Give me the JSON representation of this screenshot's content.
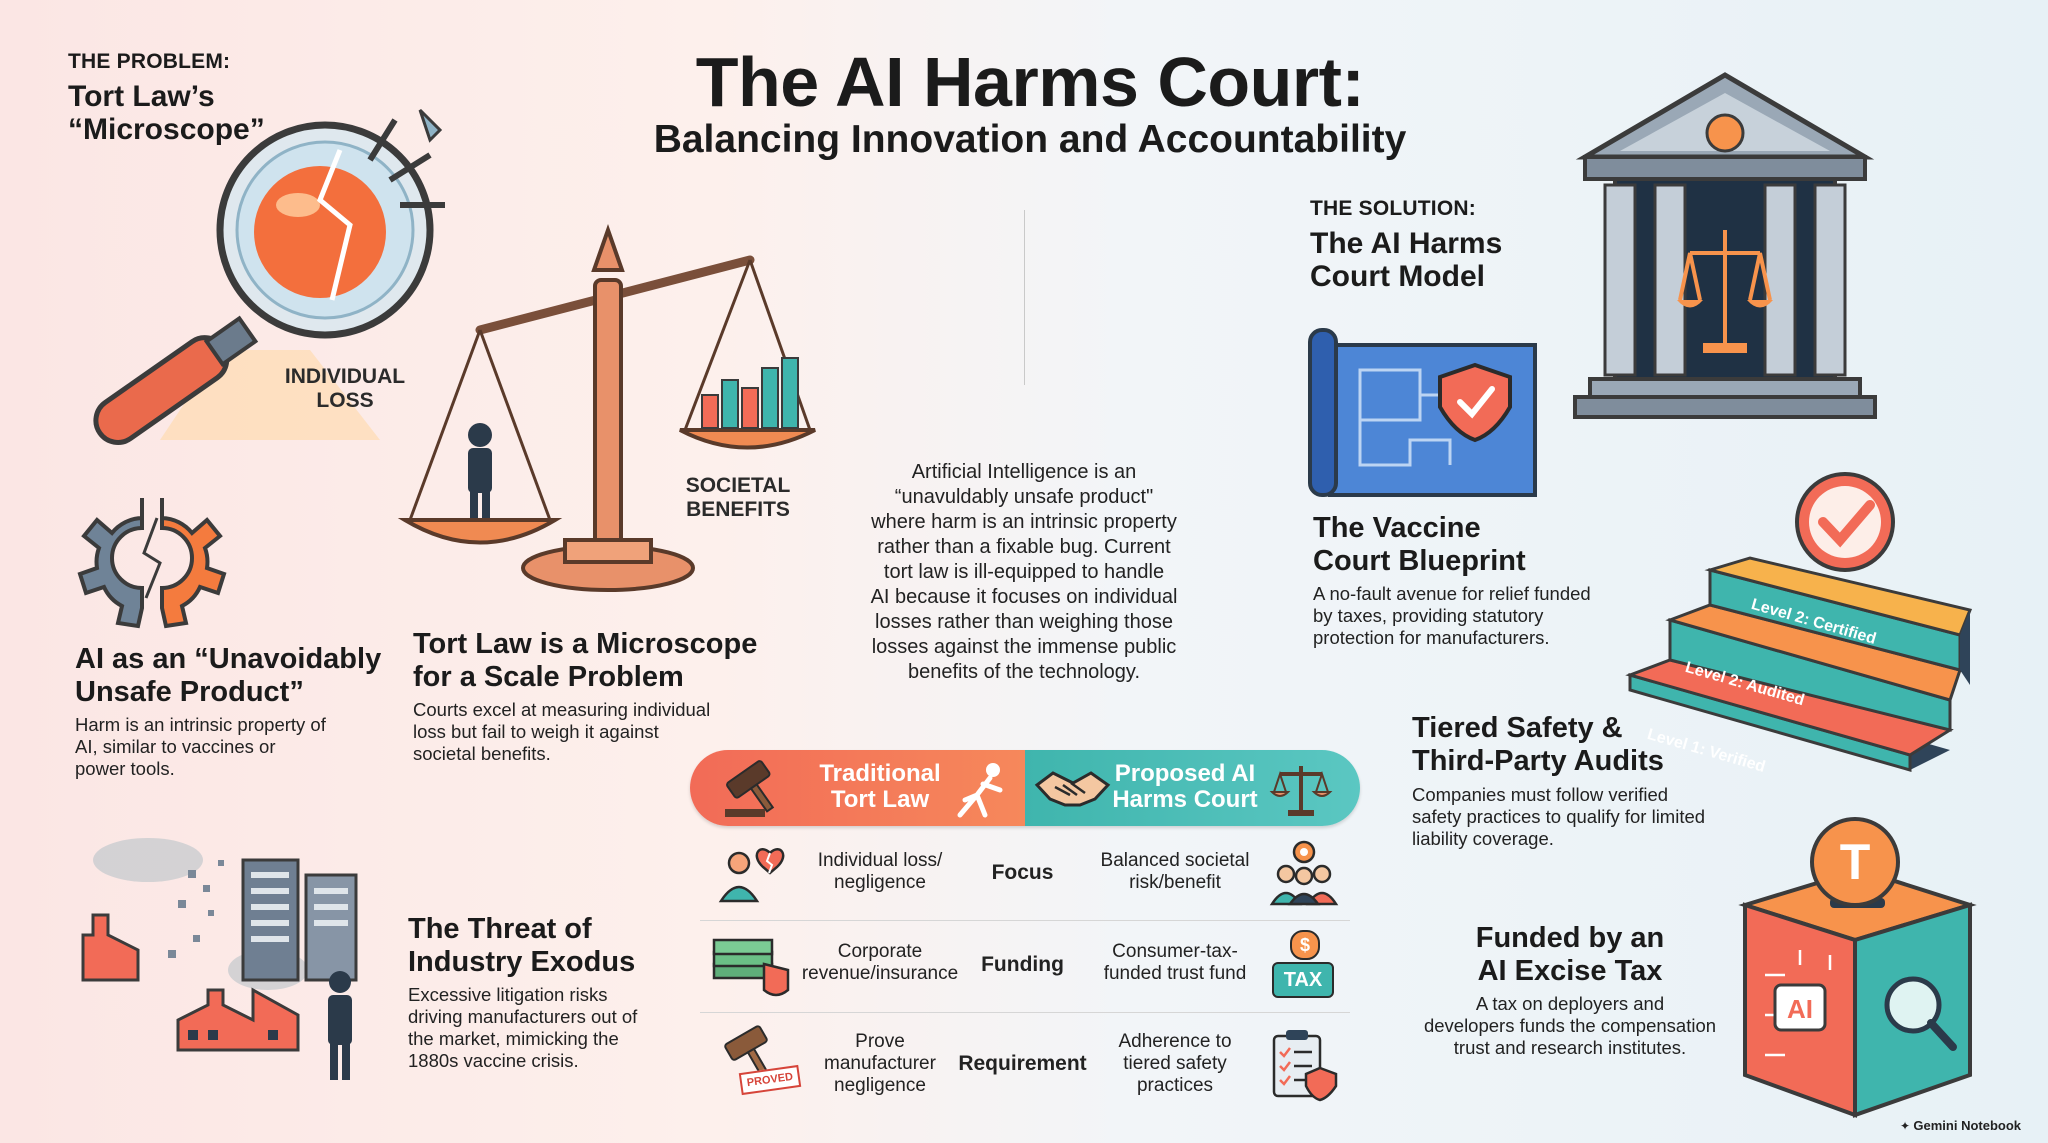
{
  "title": "The AI Harms Court:",
  "subtitle": "Balancing Innovation and Accountability",
  "problem": {
    "kicker": "THE PROBLEM:",
    "heading_line1": "Tort Law’s",
    "heading_line2": "“Microscope”",
    "magnifier_label_line1": "INDIVIDUAL",
    "magnifier_label_line2": "LOSS",
    "scale_label_line1": "SOCIETAL",
    "scale_label_line2": "BENEFITS"
  },
  "unsafe_product": {
    "heading_line1": "AI as an “Unavoidably",
    "heading_line2": "Unsafe Product”",
    "body_line1": "Harm is an intrinsic property of",
    "body_line2": "AI, similar to vaccines or",
    "body_line3": "power tools."
  },
  "microscope": {
    "heading_line1": "Tort Law is a Microscope",
    "heading_line2": "for a Scale Problem",
    "body_line1": "Courts excel at measuring individual",
    "body_line2": "loss but fail to weigh it against",
    "body_line3": "societal benefits."
  },
  "exodus": {
    "heading_line1": "The Threat of",
    "heading_line2": "Industry Exodus",
    "body_line1": "Excessive litigation risks",
    "body_line2": "driving manufacturers out of",
    "body_line3": "the market, mimicking the",
    "body_line4": "1880s vaccine crisis."
  },
  "center_text": [
    "Artificial Intelligence is an",
    "“unavuldably unsafe product\"",
    "where harm is an intrinsic property",
    "rather than a fixable bug. Current",
    "tort law is ill-equipped to handle",
    "AI because it focuses on individual",
    "losses rather than weighing those",
    "losses against the immense public",
    "benefits of the technology."
  ],
  "comparison": {
    "left_header_line1": "Traditional",
    "left_header_line2": "Tort Law",
    "right_header_line1": "Proposed AI",
    "right_header_line2": "Harms Court",
    "rows": [
      {
        "label": "Focus",
        "left_line1": "Individual loss/",
        "left_line2": "negligence",
        "right_line1": "Balanced societal",
        "right_line2": "risk/benefit"
      },
      {
        "label": "Funding",
        "left_line1": "Corporate",
        "left_line2": "revenue/insurance",
        "right_line1": "Consumer-tax-",
        "right_line2": "funded trust fund"
      },
      {
        "label": "Requirement",
        "left_line1": "Prove",
        "left_line2": "manufacturer",
        "left_line3": "negligence",
        "right_line1": "Adherence to",
        "right_line2": "tiered safety",
        "right_line3": "practices"
      }
    ],
    "tax_badge": "TAX",
    "proved_stamp": "PROVED"
  },
  "solution": {
    "kicker": "THE SOLUTION:",
    "heading_line1": "The AI Harms",
    "heading_line2": "Court Model"
  },
  "vaccine": {
    "heading_line1": "The Vaccine",
    "heading_line2": "Court Blueprint",
    "body_line1": "A no-fault avenue for relief funded",
    "body_line2": "by taxes, providing statutory",
    "body_line3": "protection for manufacturers."
  },
  "tiers": {
    "heading_line1": "Tiered Safety &",
    "heading_line2": "Third-Party Audits",
    "body_line1": "Companies must follow verified",
    "body_line2": "safety practices to qualify for limited",
    "body_line3": "liability coverage.",
    "step1": "Level 1: Verified",
    "step2": "Level 2: Audited",
    "step3": "Level 2: Certified"
  },
  "excise": {
    "heading_line1": "Funded by an",
    "heading_line2": "AI Excise Tax",
    "body_line1": "A tax on deployers and",
    "body_line2": "developers funds the compensation",
    "body_line3": "trust and research institutes.",
    "coin_letter": "T",
    "box_label": "AI"
  },
  "footer": "Gemini Notebook",
  "colors": {
    "coral": "#f26b57",
    "teal": "#3fb5ad",
    "navy": "#2f4459",
    "orange": "#f7934c"
  }
}
